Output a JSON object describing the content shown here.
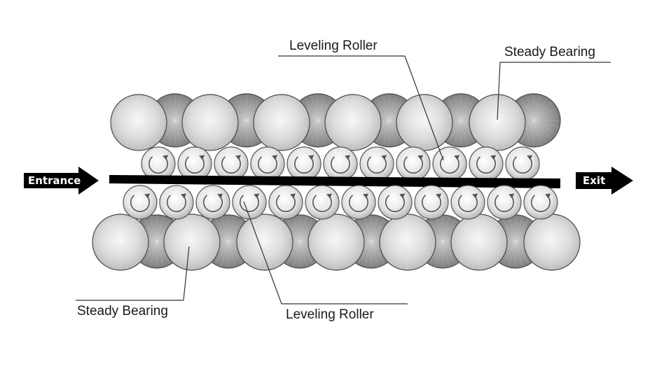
{
  "labels": {
    "leveling_roller_top": "Leveling Roller",
    "steady_bearing_top": "Steady Bearing",
    "steady_bearing_bottom": "Steady Bearing",
    "leveling_roller_bottom": "Leveling Roller"
  },
  "arrows": {
    "entrance": "Entrance",
    "exit": "Exit"
  }
}
